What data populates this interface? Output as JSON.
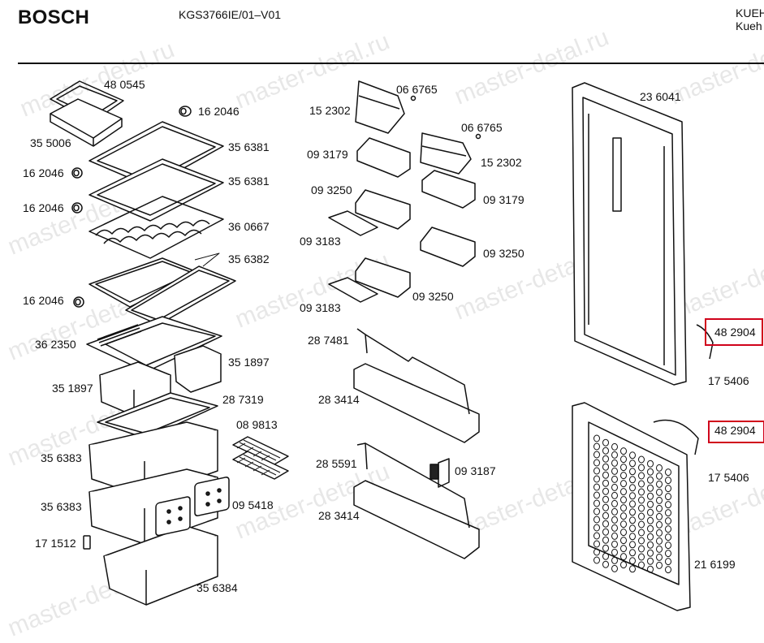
{
  "header": {
    "brand": "BOSCH",
    "model": "KGS3766IE/01–V01",
    "category_line1": "KUEH",
    "category_line2": "Kueh"
  },
  "watermark": "master-detal.ru",
  "highlight_color": "#d0021b",
  "parts": {
    "p480545": "48 0545",
    "p162046_a": "16 2046",
    "p355006": "35 5006",
    "p356381_a": "35 6381",
    "p162046_b": "16 2046",
    "p356381_b": "35 6381",
    "p162046_c": "16 2046",
    "p360667": "36 0667",
    "p356382": "35 6382",
    "p162046_d": "16 2046",
    "p362350": "36 2350",
    "p351897_a": "35 1897",
    "p351897_b": "35 1897",
    "p287319": "28 7319",
    "p089813": "08 9813",
    "p356383_a": "35 6383",
    "p356383_b": "35 6383",
    "p095418": "09 5418",
    "p171512": "17 1512",
    "p356384": "35 6384",
    "p066765_a": "06 6765",
    "p152302_a": "15 2302",
    "p066765_b": "06 6765",
    "p093179_a": "09 3179",
    "p152302_b": "15 2302",
    "p093250_a": "09 3250",
    "p093179_b": "09 3179",
    "p093183_a": "09 3183",
    "p093250_b": "09 3250",
    "p093183_b": "09 3183",
    "p093250_c": "09 3250",
    "p287481": "28 7481",
    "p283414_a": "28 3414",
    "p285591": "28 5591",
    "p093187": "09 3187",
    "p283414_b": "28 3414",
    "p236041": "23 6041",
    "p482904_a": "48 2904",
    "p175406_a": "17 5406",
    "p482904_b": "48 2904",
    "p175406_b": "17 5406",
    "p216199": "21 6199"
  }
}
